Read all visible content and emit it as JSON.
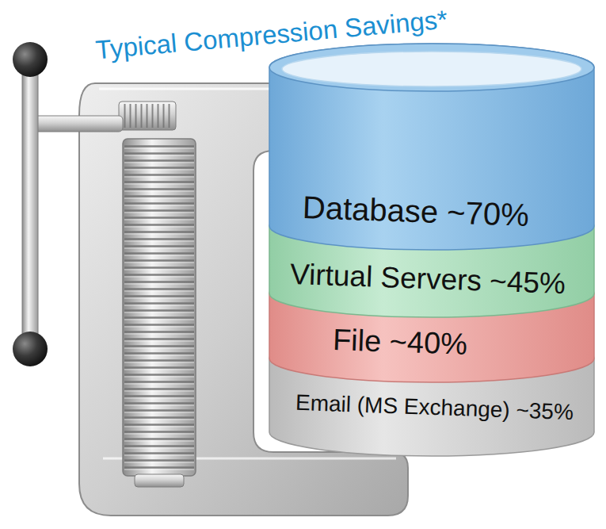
{
  "diagram": {
    "title": "Typical Compression Savings*",
    "nodes": [
      {
        "text": [
          "Database ~70%"
        ]
      },
      {
        "text": [
          "Virtual Servers ~45%"
        ]
      },
      {
        "text": [
          "File ~40%"
        ]
      },
      {
        "text": [
          "Email (MS Exchange) ~35%"
        ]
      }
    ]
  }
}
